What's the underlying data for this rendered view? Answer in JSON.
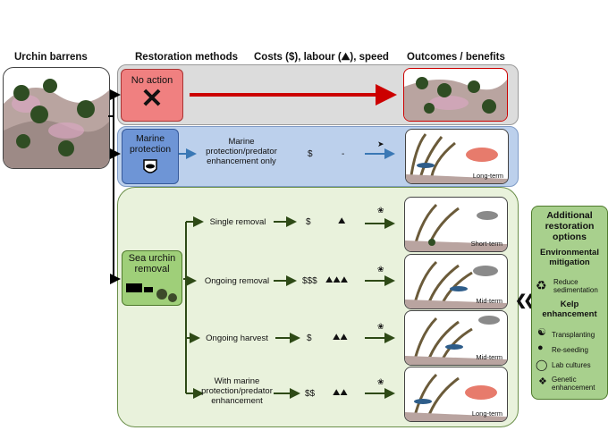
{
  "headers": {
    "barrens": "Urchin barrens",
    "methods": "Restoration methods",
    "costs": "Costs ($), labour (⛰), speed",
    "outcomes": "Outcomes / benefits"
  },
  "no_action": {
    "label": "No action"
  },
  "marine": {
    "label": "Marine protection",
    "method": "Marine protection/predator enhancement only",
    "cost": "$",
    "labour": "-",
    "term": "Long-term"
  },
  "urchin_removal": {
    "label": "Sea urchin removal"
  },
  "rows": [
    {
      "method": "Single removal",
      "cost": "$",
      "labour": "⛰",
      "term": "Short-term"
    },
    {
      "method": "Ongoing removal",
      "cost": "$$$",
      "labour": "⛰⛰⛰",
      "term": "Mid-term"
    },
    {
      "method": "Ongoing harvest",
      "cost": "$",
      "labour": "⛰⛰",
      "term": "Mid-term"
    },
    {
      "method": "With marine protection/predator enhancement",
      "cost": "$$",
      "labour": "⛰⛰",
      "term": "Long-term"
    }
  ],
  "side": {
    "title": "Additional restoration options",
    "env_title": "Environmental mitigation",
    "env_item": "Reduce sedimentation",
    "kelp_title": "Kelp enhancement",
    "items": [
      "Transplanting",
      "Re-seeding",
      "Lab cultures",
      "Genetic enhancement"
    ]
  },
  "colors": {
    "no_action_panel": "#dcdcdc",
    "no_action_box": "#f08080",
    "marine_panel": "#bcd0ec",
    "marine_box": "#6e95d6",
    "removal_panel": "#e9f2dc",
    "removal_box": "#9fcf79",
    "side_panel": "#a8d08d",
    "red_arrow": "#cc0000",
    "blue_arrow": "#3a78b5",
    "green_arrow": "#2e4a16"
  }
}
